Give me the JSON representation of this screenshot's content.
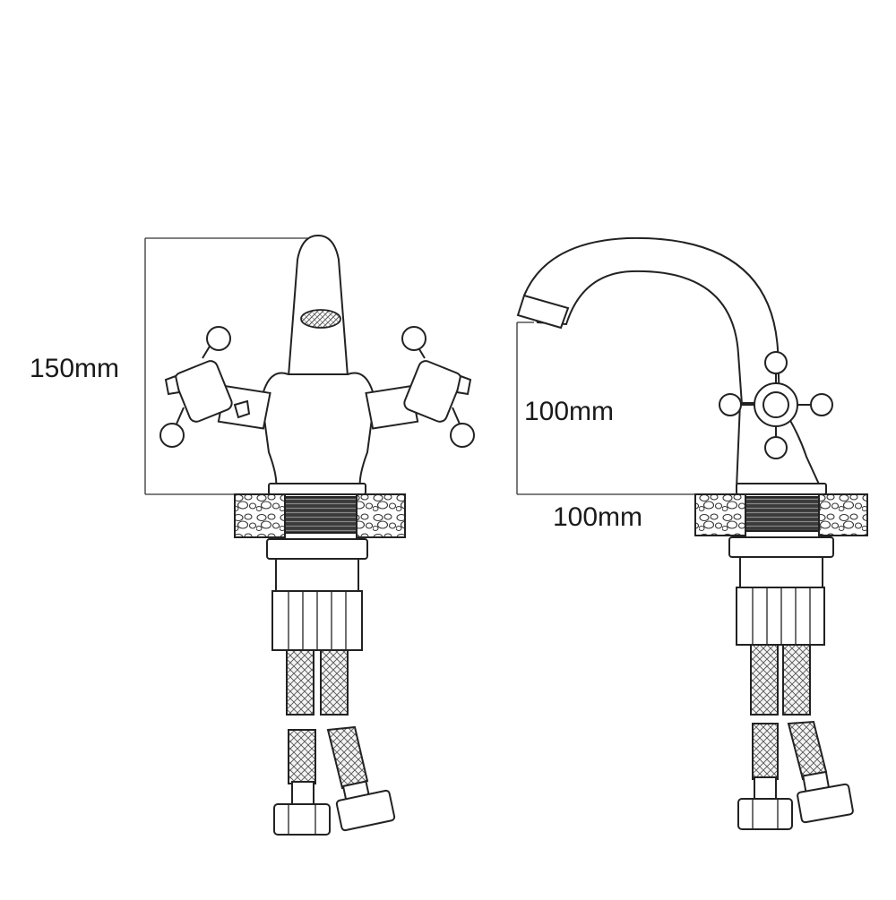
{
  "dimensions": {
    "front_height": "150mm",
    "side_spout_height": "100mm",
    "side_spout_reach": "100mm"
  },
  "colors": {
    "line": "#222222",
    "paper": "#ffffff",
    "hatch": "#555555",
    "stone": "#888888"
  }
}
